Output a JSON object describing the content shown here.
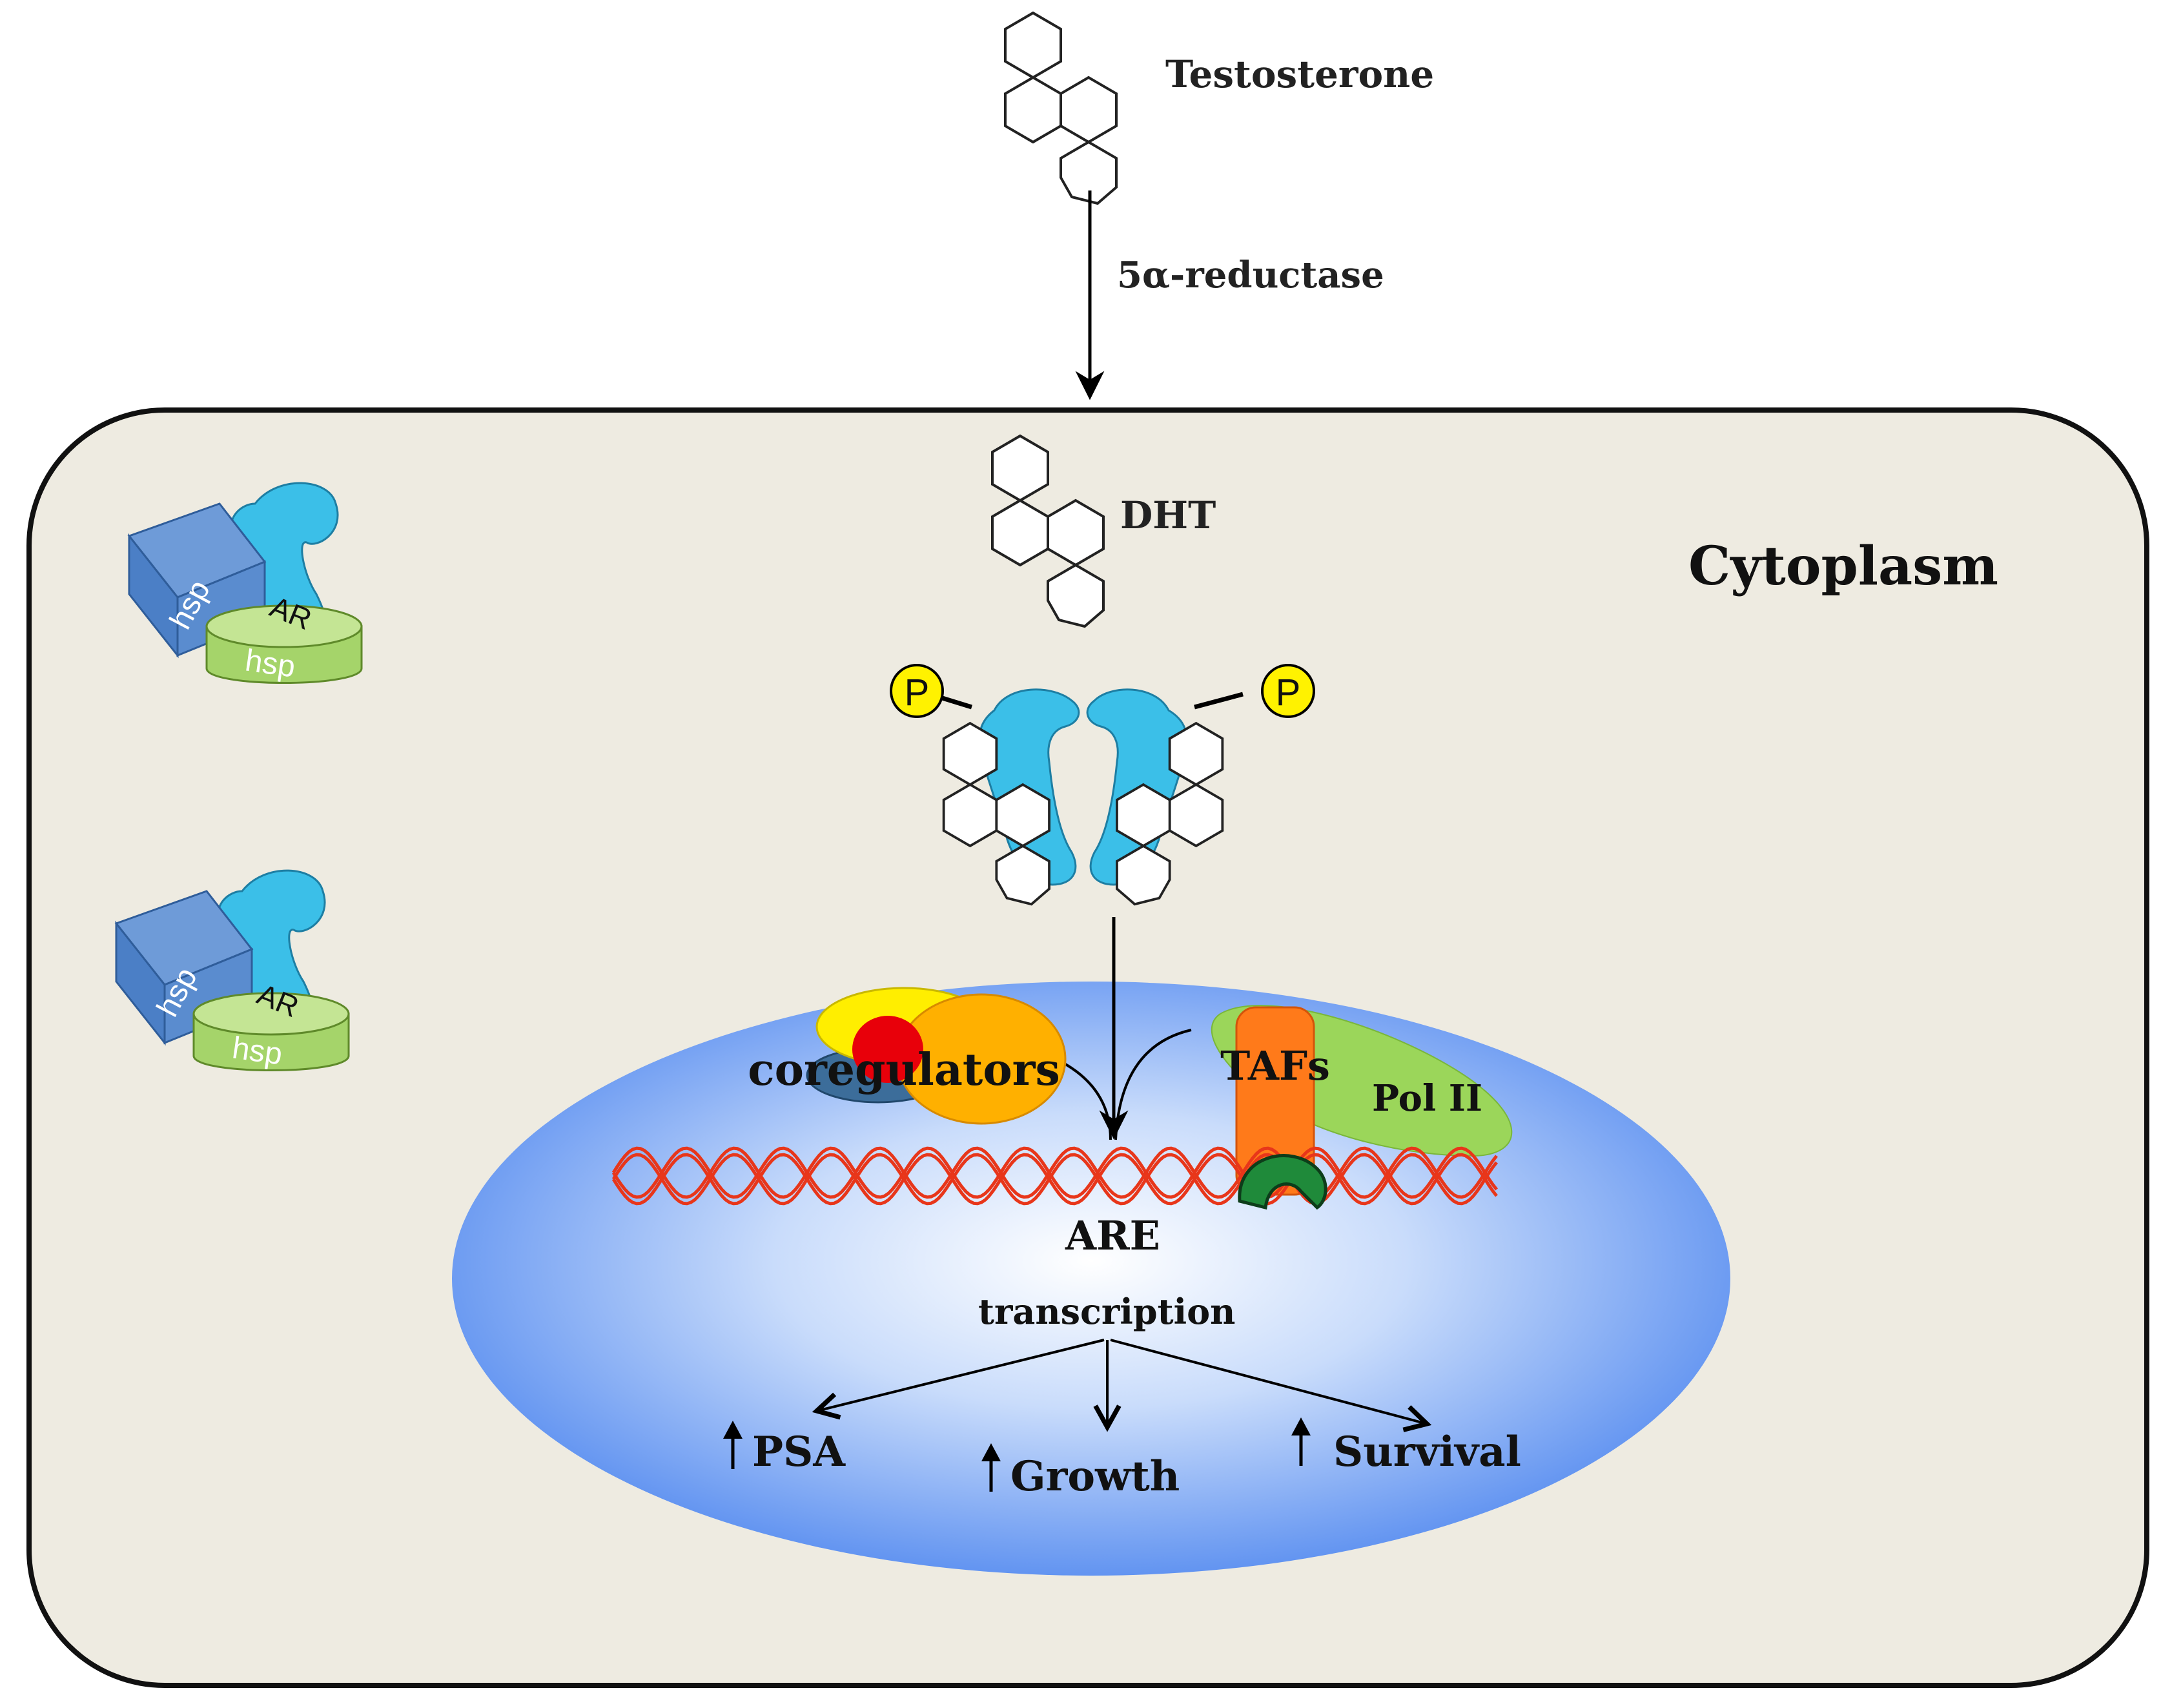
{
  "labels": {
    "testosterone": "Testosterone",
    "enzyme": "5α-reductase",
    "dht": "DHT",
    "cytoplasm": "Cytoplasm",
    "hsp": "hsp",
    "ar": "AR",
    "phospho": "P",
    "coregulators": "coregulators",
    "tafs": "TAFs",
    "pol2": "Pol II",
    "are": "ARE",
    "transcription": "transcription",
    "psa": "PSA",
    "growth": "Growth",
    "survival": "Survival"
  },
  "colors": {
    "cell_fill": "#eeebe1",
    "nucleus_center": "#ffffff",
    "nucleus_edge": "#5a8ff0",
    "receptor": "#3bbfe8",
    "hsp_box": "#4a7fc8",
    "hsp_drum": "#a5d46a",
    "phospho": "#fff200",
    "dna": "#e8361a",
    "tafs": "#ff7a1a",
    "pol2": "#9bd65a",
    "coreg_yellow": "#ffee00",
    "coreg_orange": "#ffb000",
    "coreg_red": "#e8000a",
    "coreg_blue": "#3c6d9a",
    "clamp": "#1f8a3a"
  }
}
